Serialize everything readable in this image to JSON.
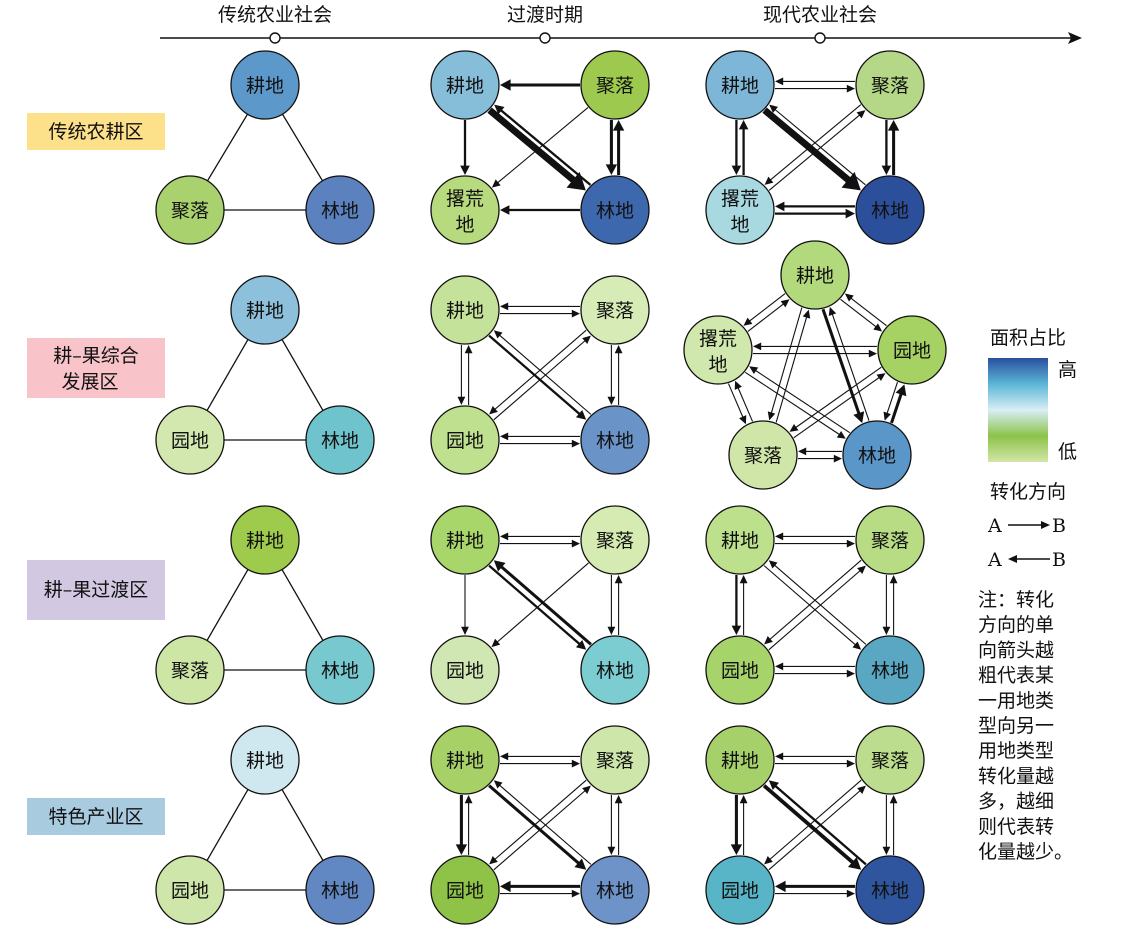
{
  "timeline": [
    "传统农业社会",
    "过渡时期",
    "现代农业社会"
  ],
  "regions": [
    {
      "label_lines": [
        "传统农耕区"
      ],
      "color": "#fde08a"
    },
    {
      "label_lines": [
        "耕–果综合",
        "发展区"
      ],
      "color": "#f8c4c9"
    },
    {
      "label_lines": [
        "耕–果过渡区"
      ],
      "color": "#d2c8e2"
    },
    {
      "label_lines": [
        "特色产业区"
      ],
      "color": "#a9cbe0"
    }
  ],
  "legend": {
    "area_title": "面积占比",
    "high": "高",
    "low": "低",
    "direction_title": "转化方向",
    "arrow_a": "A",
    "arrow_b": "B",
    "note_lines": [
      "注：转化",
      "方向的单",
      "向箭头越",
      "粗代表某",
      "一用地类",
      "型向另一",
      "用地类型",
      "转化量越",
      "多，越细",
      "则代表转",
      "化量越少。"
    ],
    "gradient_colors": [
      "#2a4fa0",
      "#5bb6d6",
      "#d8eef5",
      "#8cc34a",
      "#d2e6a6"
    ]
  },
  "diagrams": [
    [
      {
        "nodes": [
          {
            "label": [
              "耕地"
            ],
            "color": "#5c98c9"
          },
          {
            "label": [
              "聚落"
            ],
            "color": "#a9d26e"
          },
          {
            "label": [
              "林地"
            ],
            "color": "#5b82bf"
          }
        ],
        "edges": [
          [
            0,
            1
          ],
          [
            0,
            2
          ],
          [
            1,
            2
          ]
        ]
      },
      {
        "nodes": [
          {
            "label": [
              "耕地"
            ],
            "color": "#86bdd9"
          },
          {
            "label": [
              "聚落"
            ],
            "color": "#9cc94e"
          },
          {
            "label": [
              "撂荒",
              "地"
            ],
            "color": "#b7da7e"
          },
          {
            "label": [
              "林地"
            ],
            "color": "#3e68ad"
          }
        ],
        "arrows": [
          [
            1,
            0,
            3
          ],
          [
            0,
            2,
            2
          ],
          [
            0,
            3,
            8
          ],
          [
            3,
            0,
            2
          ],
          [
            1,
            3,
            3
          ],
          [
            3,
            1,
            3
          ],
          [
            3,
            2,
            2
          ],
          [
            1,
            2,
            1
          ]
        ]
      },
      {
        "nodes": [
          {
            "label": [
              "耕地"
            ],
            "color": "#7db6d6"
          },
          {
            "label": [
              "聚落"
            ],
            "color": "#b4d887"
          },
          {
            "label": [
              "撂荒",
              "地"
            ],
            "color": "#a9d9e0"
          },
          {
            "label": [
              "林地"
            ],
            "color": "#2c4f9b"
          }
        ],
        "arrows": [
          [
            0,
            1,
            1
          ],
          [
            1,
            0,
            1
          ],
          [
            0,
            2,
            2
          ],
          [
            2,
            0,
            2
          ],
          [
            0,
            3,
            8
          ],
          [
            3,
            0,
            1
          ],
          [
            1,
            3,
            2
          ],
          [
            3,
            1,
            3
          ],
          [
            2,
            3,
            2
          ],
          [
            3,
            2,
            2
          ],
          [
            2,
            1,
            1
          ],
          [
            1,
            2,
            1
          ]
        ]
      }
    ],
    [
      {
        "nodes": [
          {
            "label": [
              "耕地"
            ],
            "color": "#8cc0db"
          },
          {
            "label": [
              "园地"
            ],
            "color": "#d2e8ae"
          },
          {
            "label": [
              "林地"
            ],
            "color": "#6fc3cc"
          }
        ],
        "edges": [
          [
            0,
            1
          ],
          [
            0,
            2
          ],
          [
            1,
            2
          ]
        ]
      },
      {
        "nodes": [
          {
            "label": [
              "耕地"
            ],
            "color": "#c5e29b"
          },
          {
            "label": [
              "聚落"
            ],
            "color": "#d7ebb6"
          },
          {
            "label": [
              "园地"
            ],
            "color": "#bfe08f"
          },
          {
            "label": [
              "林地"
            ],
            "color": "#6a93c8"
          }
        ],
        "arrows": [
          [
            0,
            1,
            1
          ],
          [
            1,
            0,
            1
          ],
          [
            0,
            2,
            1
          ],
          [
            2,
            0,
            1
          ],
          [
            0,
            3,
            2
          ],
          [
            3,
            0,
            1
          ],
          [
            1,
            3,
            1
          ],
          [
            3,
            1,
            1
          ],
          [
            1,
            2,
            1
          ],
          [
            2,
            1,
            1
          ],
          [
            2,
            3,
            1
          ],
          [
            3,
            2,
            1
          ]
        ]
      },
      {
        "nodes": [
          {
            "label": [
              "耕地"
            ],
            "color": "#b2d97c"
          },
          {
            "label": [
              "撂荒",
              "地"
            ],
            "color": "#d0e8ad"
          },
          {
            "label": [
              "园地"
            ],
            "color": "#a5d262"
          },
          {
            "label": [
              "聚落"
            ],
            "color": "#cfe6a8"
          },
          {
            "label": [
              "林地"
            ],
            "color": "#5a96c8"
          }
        ],
        "arrows": [
          [
            0,
            1,
            1
          ],
          [
            1,
            0,
            1
          ],
          [
            0,
            2,
            1
          ],
          [
            2,
            0,
            1
          ],
          [
            0,
            3,
            1
          ],
          [
            3,
            0,
            1
          ],
          [
            0,
            4,
            3
          ],
          [
            4,
            0,
            1
          ],
          [
            1,
            2,
            1
          ],
          [
            2,
            1,
            1
          ],
          [
            1,
            3,
            1
          ],
          [
            3,
            1,
            1
          ],
          [
            1,
            4,
            1
          ],
          [
            4,
            1,
            1
          ],
          [
            2,
            3,
            1
          ],
          [
            3,
            2,
            1
          ],
          [
            2,
            4,
            1
          ],
          [
            4,
            2,
            3
          ],
          [
            3,
            4,
            1
          ],
          [
            4,
            3,
            1
          ]
        ]
      }
    ],
    [
      {
        "nodes": [
          {
            "label": [
              "耕地"
            ],
            "color": "#9ecb4c"
          },
          {
            "label": [
              "聚落"
            ],
            "color": "#cde6a6"
          },
          {
            "label": [
              "林地"
            ],
            "color": "#78c9cf"
          }
        ],
        "edges": [
          [
            0,
            1
          ],
          [
            0,
            2
          ],
          [
            1,
            2
          ]
        ]
      },
      {
        "nodes": [
          {
            "label": [
              "耕地"
            ],
            "color": "#a8d66a"
          },
          {
            "label": [
              "聚落"
            ],
            "color": "#d5ebb1"
          },
          {
            "label": [
              "园地"
            ],
            "color": "#d0e7b3"
          },
          {
            "label": [
              "林地"
            ],
            "color": "#7ccdd1"
          }
        ],
        "arrows": [
          [
            0,
            1,
            1
          ],
          [
            1,
            0,
            1
          ],
          [
            0,
            2,
            1
          ],
          [
            0,
            3,
            2
          ],
          [
            3,
            0,
            3
          ],
          [
            1,
            3,
            1
          ],
          [
            3,
            1,
            1
          ],
          [
            1,
            2,
            1
          ]
        ]
      },
      {
        "nodes": [
          {
            "label": [
              "耕地"
            ],
            "color": "#bde08d"
          },
          {
            "label": [
              "聚落"
            ],
            "color": "#b7dc84"
          },
          {
            "label": [
              "园地"
            ],
            "color": "#a6d36a"
          },
          {
            "label": [
              "林地"
            ],
            "color": "#5aa7c4"
          }
        ],
        "arrows": [
          [
            0,
            1,
            1
          ],
          [
            1,
            0,
            1
          ],
          [
            0,
            2,
            2
          ],
          [
            2,
            0,
            1
          ],
          [
            0,
            3,
            1
          ],
          [
            3,
            0,
            1
          ],
          [
            1,
            3,
            1
          ],
          [
            3,
            1,
            1
          ],
          [
            1,
            2,
            1
          ],
          [
            2,
            1,
            1
          ],
          [
            2,
            3,
            1
          ],
          [
            3,
            2,
            1
          ]
        ]
      }
    ],
    [
      {
        "nodes": [
          {
            "label": [
              "耕地"
            ],
            "color": "#cfe8ef"
          },
          {
            "label": [
              "园地"
            ],
            "color": "#cfe6ab"
          },
          {
            "label": [
              "林地"
            ],
            "color": "#6288c3"
          }
        ],
        "edges": [
          [
            0,
            1
          ],
          [
            0,
            2
          ],
          [
            1,
            2
          ]
        ]
      },
      {
        "nodes": [
          {
            "label": [
              "耕地"
            ],
            "color": "#a7d167"
          },
          {
            "label": [
              "聚落"
            ],
            "color": "#cfe6ab"
          },
          {
            "label": [
              "园地"
            ],
            "color": "#8fc348"
          },
          {
            "label": [
              "林地"
            ],
            "color": "#6e93c8"
          }
        ],
        "arrows": [
          [
            0,
            1,
            1
          ],
          [
            1,
            0,
            1
          ],
          [
            0,
            2,
            3
          ],
          [
            2,
            0,
            1
          ],
          [
            0,
            3,
            3
          ],
          [
            3,
            0,
            1
          ],
          [
            1,
            3,
            1
          ],
          [
            3,
            1,
            1
          ],
          [
            1,
            2,
            1
          ],
          [
            2,
            1,
            1
          ],
          [
            2,
            3,
            1
          ],
          [
            3,
            2,
            3
          ]
        ]
      },
      {
        "nodes": [
          {
            "label": [
              "耕地"
            ],
            "color": "#a6d16a"
          },
          {
            "label": [
              "聚落"
            ],
            "color": "#bcdd8d"
          },
          {
            "label": [
              "园地"
            ],
            "color": "#58b5c8"
          },
          {
            "label": [
              "林地"
            ],
            "color": "#2f559f"
          }
        ],
        "arrows": [
          [
            0,
            1,
            1
          ],
          [
            1,
            0,
            1
          ],
          [
            0,
            2,
            3
          ],
          [
            2,
            0,
            1
          ],
          [
            0,
            3,
            4
          ],
          [
            3,
            0,
            2
          ],
          [
            1,
            3,
            1
          ],
          [
            3,
            1,
            1
          ],
          [
            1,
            2,
            1
          ],
          [
            2,
            1,
            1
          ],
          [
            2,
            3,
            1
          ],
          [
            3,
            2,
            3
          ]
        ]
      }
    ]
  ]
}
